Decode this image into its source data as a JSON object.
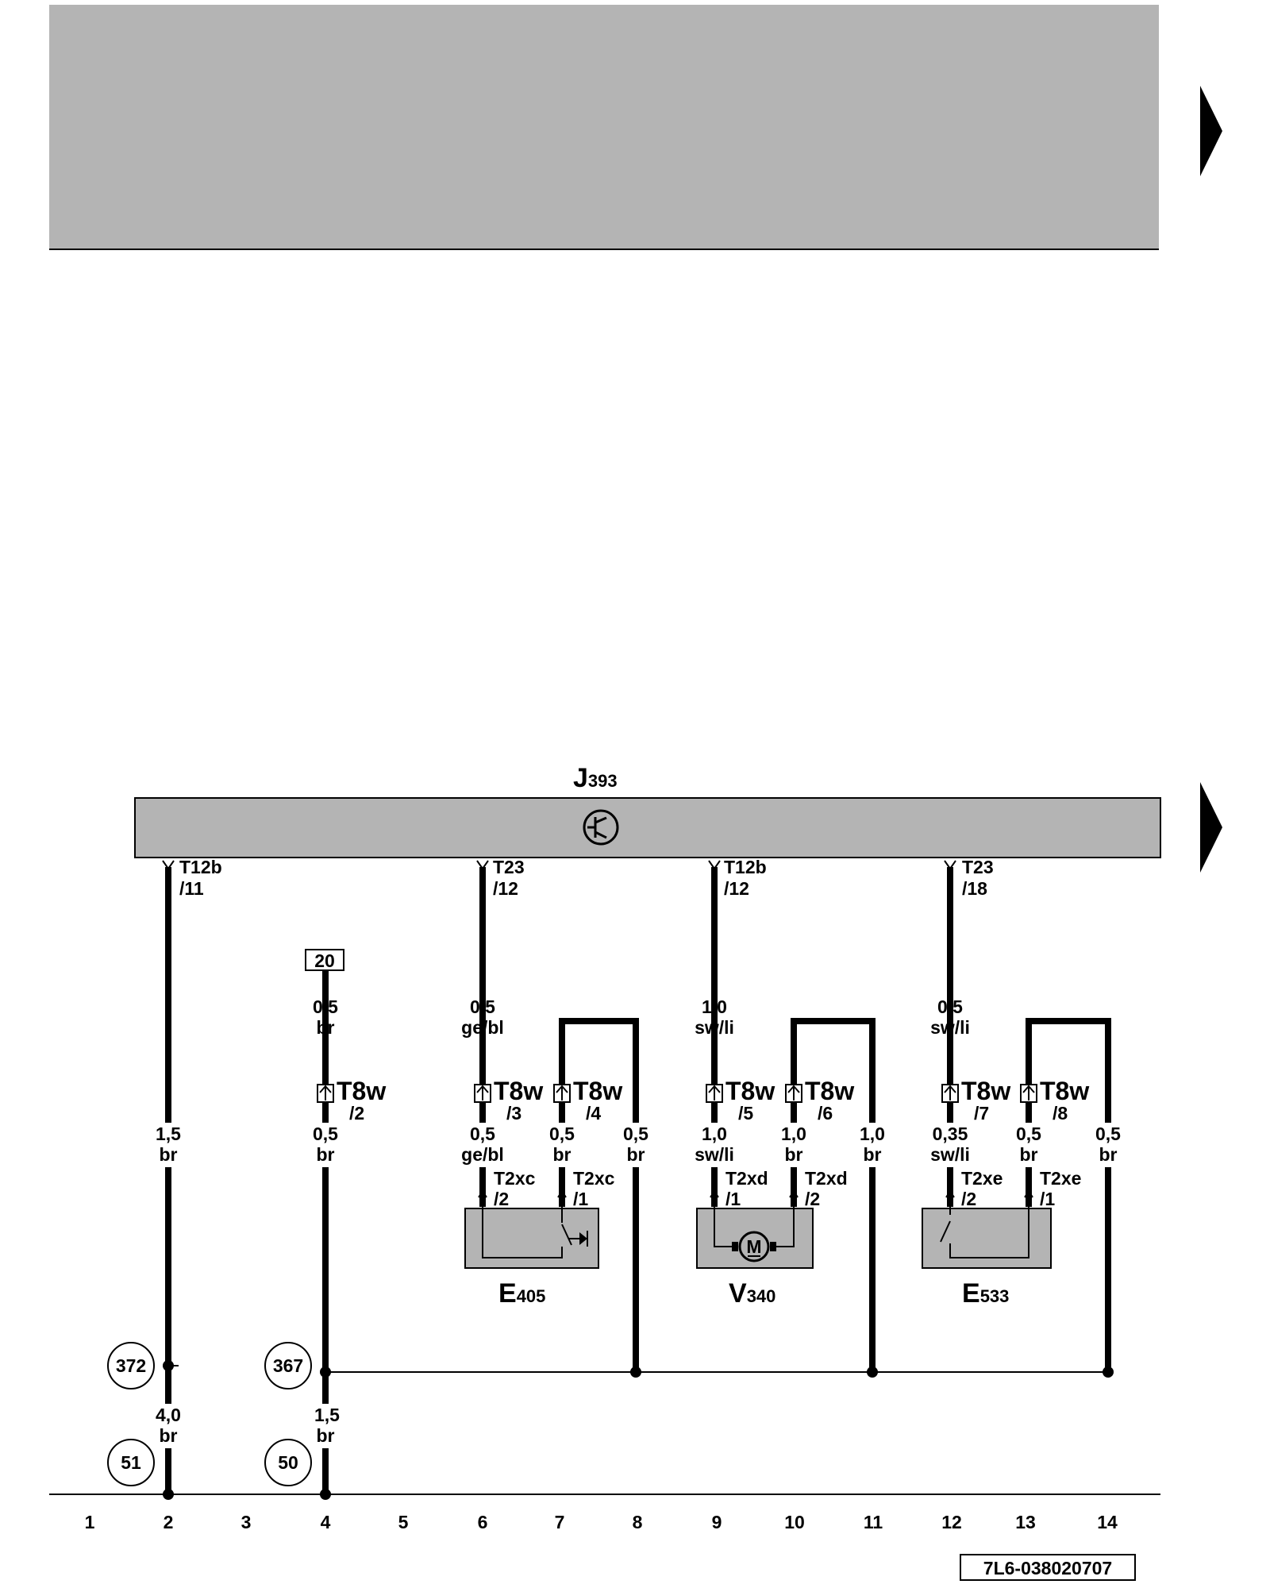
{
  "component_j": {
    "letter": "J",
    "number": "393"
  },
  "components": [
    {
      "letter": "E",
      "number": "405"
    },
    {
      "letter": "V",
      "number": "340"
    },
    {
      "letter": "E",
      "number": "533"
    }
  ],
  "motor_symbol": "M",
  "pins": [
    {
      "conn": "T12b",
      "pin": "/11"
    },
    {
      "conn": "T23",
      "pin": "/12"
    },
    {
      "conn": "T12b",
      "pin": "/12"
    },
    {
      "conn": "T23",
      "pin": "/18"
    }
  ],
  "fuse_box": "20",
  "t8w": [
    {
      "conn": "T8w",
      "pin": "/2"
    },
    {
      "conn": "T8w",
      "pin": "/3"
    },
    {
      "conn": "T8w",
      "pin": "/4"
    },
    {
      "conn": "T8w",
      "pin": "/5"
    },
    {
      "conn": "T8w",
      "pin": "/6"
    },
    {
      "conn": "T8w",
      "pin": "/7"
    },
    {
      "conn": "T8w",
      "pin": "/8"
    }
  ],
  "t2": [
    {
      "conn": "T2xc",
      "pin": "/2"
    },
    {
      "conn": "T2xc",
      "pin": "/1"
    },
    {
      "conn": "T2xd",
      "pin": "/1"
    },
    {
      "conn": "T2xd",
      "pin": "/2"
    },
    {
      "conn": "T2xe",
      "pin": "/2"
    },
    {
      "conn": "T2xe",
      "pin": "/1"
    }
  ],
  "wire_labels_upper": [
    {
      "size": "0,5",
      "color": "br"
    },
    {
      "size": "0,5",
      "color": "ge/bl"
    },
    {
      "size": "1,0",
      "color": "sw/li"
    },
    {
      "size": "0,5",
      "color": "sw/li"
    }
  ],
  "wire_labels_mid": [
    {
      "size": "1,5",
      "color": "br"
    },
    {
      "size": "0,5",
      "color": "br"
    },
    {
      "size": "0,5",
      "color": "ge/bl"
    },
    {
      "size": "0,5",
      "color": "br"
    },
    {
      "size": "0,5",
      "color": "br"
    },
    {
      "size": "1,0",
      "color": "sw/li"
    },
    {
      "size": "1,0",
      "color": "br"
    },
    {
      "size": "1,0",
      "color": "br"
    },
    {
      "size": "0,35",
      "color": "sw/li"
    },
    {
      "size": "0,5",
      "color": "br"
    },
    {
      "size": "0,5",
      "color": "br"
    }
  ],
  "wire_labels_lower": [
    {
      "size": "4,0",
      "color": "br"
    },
    {
      "size": "1,5",
      "color": "br"
    }
  ],
  "circle_refs": [
    "372",
    "367",
    "51",
    "50"
  ],
  "column_numbers": [
    "1",
    "2",
    "3",
    "4",
    "5",
    "6",
    "7",
    "8",
    "9",
    "10",
    "11",
    "12",
    "13",
    "14"
  ],
  "doc_id": "7L6-038020707"
}
